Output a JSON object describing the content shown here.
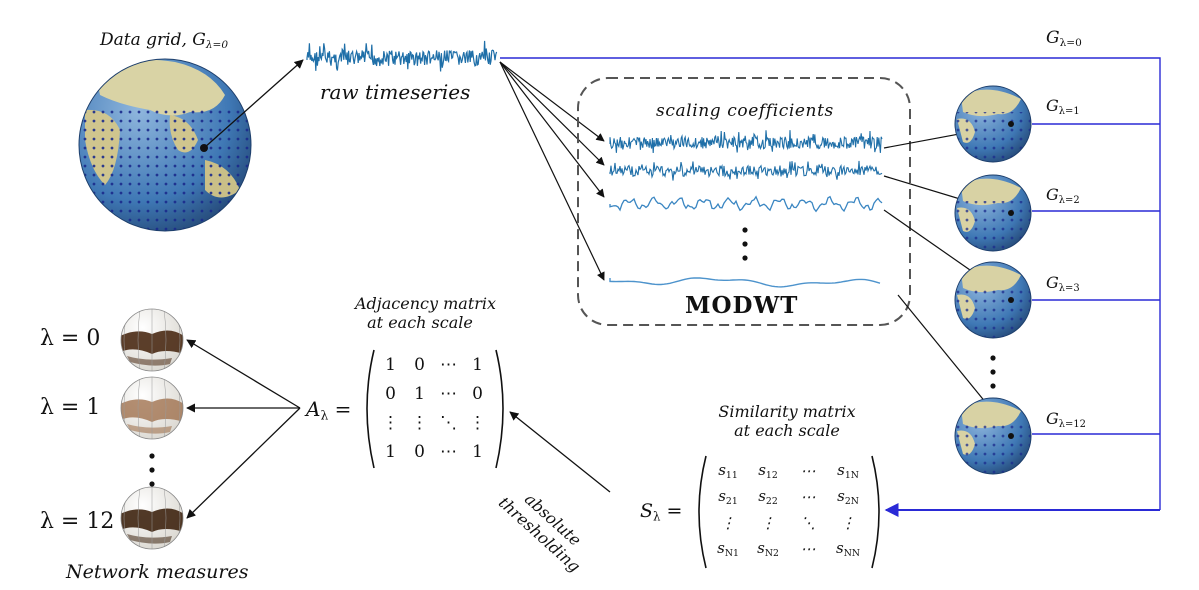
{
  "data_grid_label": "Data grid,",
  "g0": {
    "sym": "G",
    "sub": "λ=0"
  },
  "raw_timeseries": "raw timeseries",
  "scaling_coefficients": "scaling coefficients",
  "modwt": "MODWT",
  "scale_globes": [
    {
      "sym": "G",
      "sub": "λ=1"
    },
    {
      "sym": "G",
      "sub": "λ=2"
    },
    {
      "sym": "G",
      "sub": "λ=3"
    },
    {
      "sym": "G",
      "sub": "λ=12"
    }
  ],
  "adjacency_title": [
    "Adjacency matrix",
    "at each scale"
  ],
  "adjacency_symbol": {
    "sym": "A",
    "sub": "λ",
    "eq": "="
  },
  "adjacency_rows": [
    [
      "1",
      "0",
      "⋯",
      "1"
    ],
    [
      "0",
      "1",
      "⋯",
      "0"
    ],
    [
      "⋮",
      "⋮",
      "⋱",
      "⋮"
    ],
    [
      "1",
      "0",
      "⋯",
      "1"
    ]
  ],
  "similarity_title": [
    "Similarity matrix",
    "at each scale"
  ],
  "similarity_symbol": {
    "sym": "S",
    "sub": "λ",
    "eq": "="
  },
  "similarity_rows": [
    [
      {
        "s": "s",
        "i": "11"
      },
      {
        "s": "s",
        "i": "12"
      },
      {
        "s": "⋯",
        "i": ""
      },
      {
        "s": "s",
        "i": "1N"
      }
    ],
    [
      {
        "s": "s",
        "i": "21"
      },
      {
        "s": "s",
        "i": "22"
      },
      {
        "s": "⋯",
        "i": ""
      },
      {
        "s": "s",
        "i": "2N"
      }
    ],
    [
      {
        "s": "⋮",
        "i": ""
      },
      {
        "s": "⋮",
        "i": ""
      },
      {
        "s": "⋱",
        "i": ""
      },
      {
        "s": "⋮",
        "i": ""
      }
    ],
    [
      {
        "s": "s",
        "i": "N1"
      },
      {
        "s": "s",
        "i": "N2"
      },
      {
        "s": "⋯",
        "i": ""
      },
      {
        "s": "s",
        "i": "NN"
      }
    ]
  ],
  "thresholding": [
    "absolute",
    "thresholding"
  ],
  "lambda_labels": [
    "λ = 0",
    "λ = 1",
    "λ = 12"
  ],
  "network_measures": "Network measures",
  "colors": {
    "blue_line": "#2a2ad6",
    "signal": "#1f6fa8",
    "ocean": "#3f78b5",
    "land": "#d8d2a4"
  }
}
